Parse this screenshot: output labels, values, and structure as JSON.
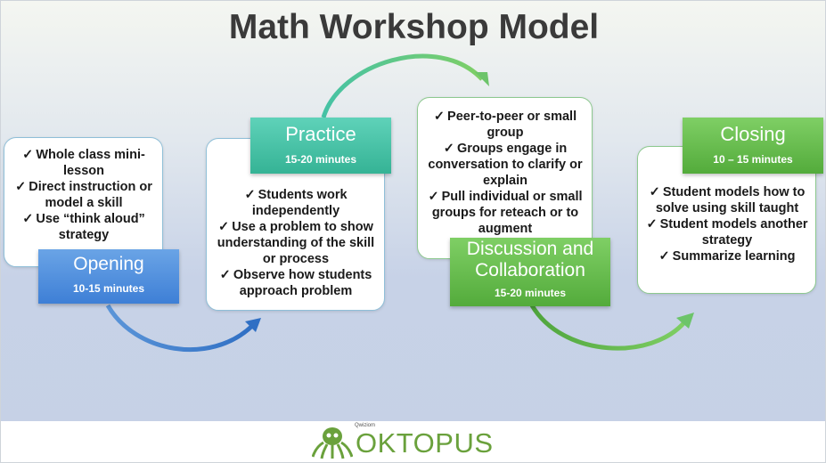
{
  "title": "Math Workshop Model",
  "stages": {
    "opening": {
      "name": "Opening",
      "time": "10-15 minutes",
      "bullets": [
        "Whole class mini-lesson",
        "Direct instruction or model a skill",
        "Use “think aloud” strategy"
      ]
    },
    "practice": {
      "name": "Practice",
      "time": "15-20 minutes",
      "bullets": [
        "Students work independently",
        "Use a problem to show understanding of the skill or process",
        "Observe how students approach problem"
      ]
    },
    "discussion": {
      "name_line1": "Discussion and",
      "name_line2": "Collaboration",
      "time": "15-20 minutes",
      "bullets": [
        "Peer-to-peer or small group",
        "Groups engage in conversation to clarify or explain",
        "Pull individual or small groups for reteach or to augment"
      ]
    },
    "closing": {
      "name": "Closing",
      "time": "10 – 15 minutes",
      "bullets": [
        "Student models how to solve using skill taught",
        "Student models another strategy",
        "Summarize learning"
      ]
    }
  },
  "logo": {
    "text": "OKTOPUS",
    "small_text": "Qwiziom"
  },
  "colors": {
    "blue": "#3e7fd6",
    "teal": "#35b395",
    "green": "#53ab3b",
    "title": "#3a3a3a"
  }
}
